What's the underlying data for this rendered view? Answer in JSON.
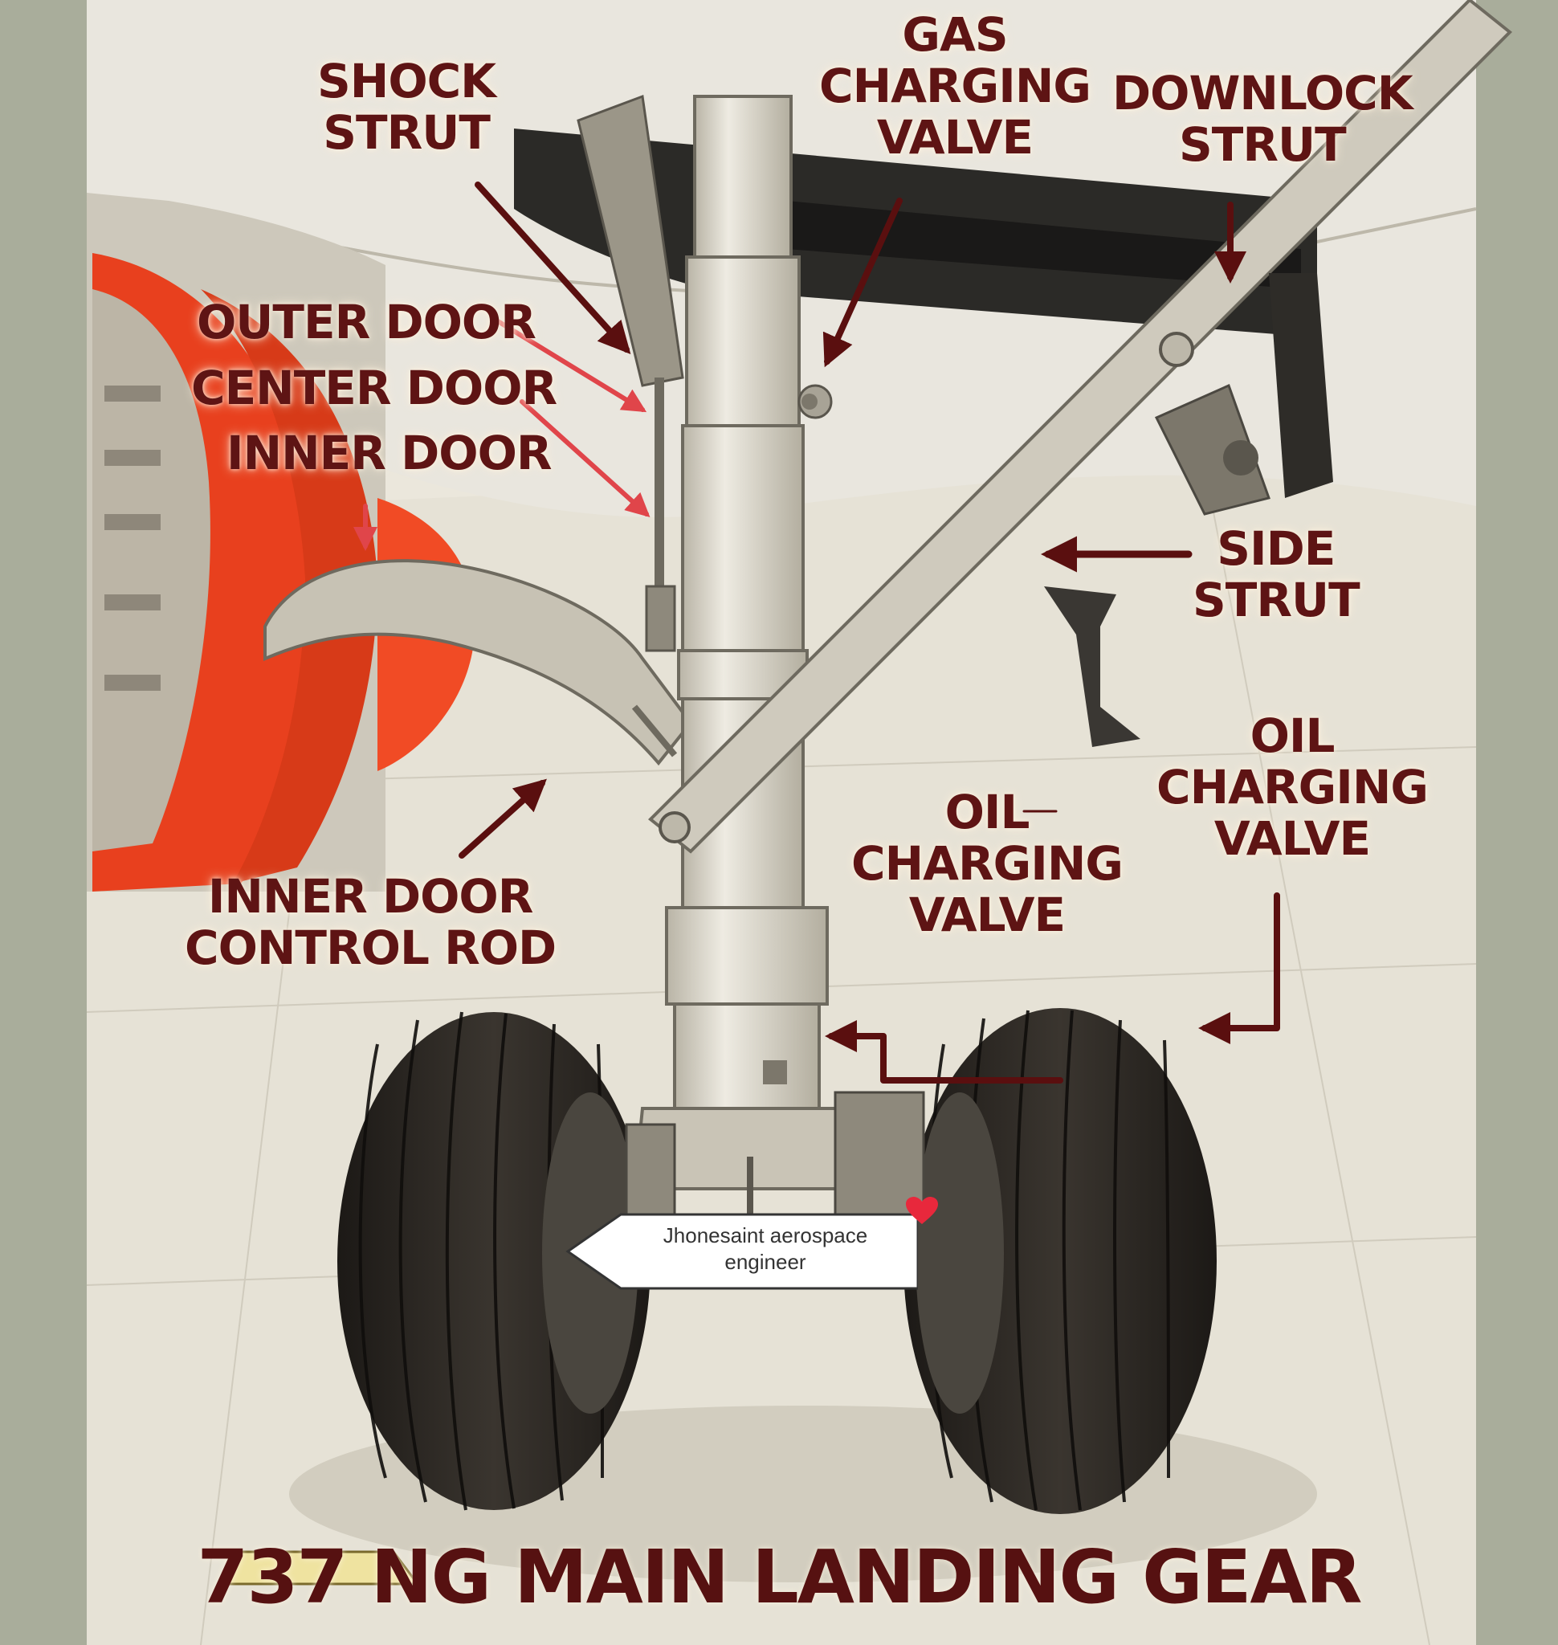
{
  "title": "737 NG MAIN LANDING GEAR",
  "labels": {
    "shock_strut": [
      "SHOCK",
      "STRUT"
    ],
    "gas_valve": [
      "GAS",
      "CHARGING",
      "VALVE"
    ],
    "downlock_strut": [
      "DOWNLOCK",
      "STRUT"
    ],
    "outer_door": "OUTER DOOR",
    "center_door": "CENTER DOOR",
    "inner_door": "INNER DOOR",
    "side_strut": [
      "SIDE",
      "STRUT"
    ],
    "oil_valve_left": [
      "OIL",
      "CHARGING",
      "VALVE"
    ],
    "oil_valve_right": [
      "OIL",
      "CHARGING",
      "VALVE"
    ],
    "inner_door_rod": [
      "INNER DOOR",
      "CONTROL ROD"
    ]
  },
  "watermark": [
    "Jhonesaint aerospace",
    "engineer"
  ],
  "colors": {
    "label_text": "#5e1414",
    "arrow_dark": "#5a0f0f",
    "arrow_red": "#e0454a",
    "door_red": "#e8401e",
    "tire": "#2a2622",
    "strut": "#dcd8cc"
  }
}
